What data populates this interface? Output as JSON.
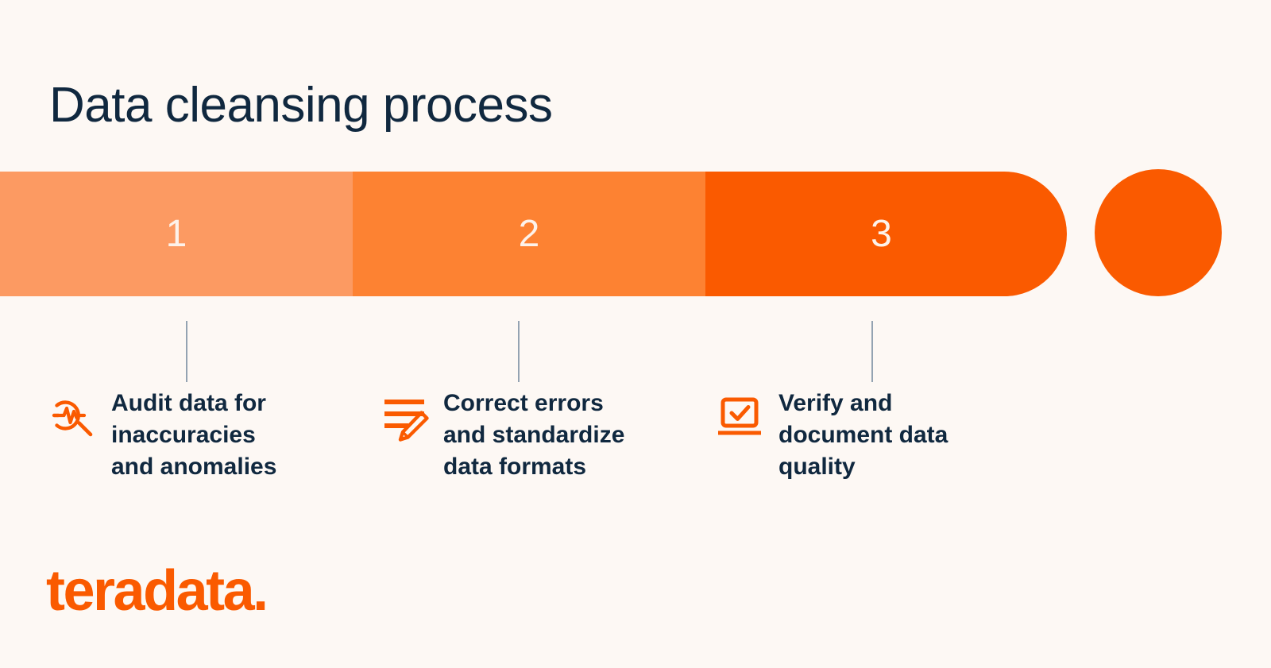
{
  "title": "Data cleansing process",
  "colors": {
    "background": "#FDF8F4",
    "title_text": "#10283F",
    "body_text": "#10283F",
    "brand_orange": "#FA5A00",
    "segment_1": "#FC9A62",
    "segment_2": "#FD8232",
    "segment_3": "#FA5A00",
    "number_text": "#FDF2EA",
    "connector_line": "#94A3B2"
  },
  "progress": {
    "segments": [
      {
        "number": "1"
      },
      {
        "number": "2"
      },
      {
        "number": "3"
      }
    ],
    "end_marker": "circle"
  },
  "steps": [
    {
      "number": "1",
      "icon": "magnifier-pulse-icon",
      "label": "Audit data for\ninaccuracies\nand anomalies"
    },
    {
      "number": "2",
      "icon": "edit-list-pencil-icon",
      "label": "Correct errors\nand standardize\ndata formats"
    },
    {
      "number": "3",
      "icon": "laptop-check-icon",
      "label": "Verify and\ndocument data\nquality"
    }
  ],
  "brand": {
    "name": "teradata."
  }
}
